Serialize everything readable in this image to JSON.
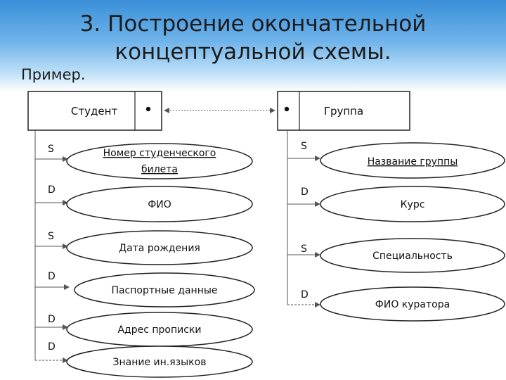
{
  "slide": {
    "title_line1": "3. Построение окончательной",
    "title_line2": "концептуальной схемы.",
    "subtitle": "Пример."
  },
  "entities": {
    "student": {
      "name": "Студент"
    },
    "group": {
      "name": "Группа"
    }
  },
  "student_attributes": [
    {
      "tag": "S",
      "line1": "Номер студенческого",
      "line2": "билета",
      "key": true
    },
    {
      "tag": "D",
      "line1": "ФИО",
      "line2": "",
      "key": false
    },
    {
      "tag": "S",
      "line1": "Дата рождения",
      "line2": "",
      "key": false
    },
    {
      "tag": "D",
      "line1": "Паспортные данные",
      "line2": "",
      "key": false
    },
    {
      "tag": "D",
      "line1": "Адрес прописки",
      "line2": "",
      "key": false
    },
    {
      "tag": "D",
      "line1": "Знание ин.языков",
      "line2": "",
      "key": false
    }
  ],
  "group_attributes": [
    {
      "tag": "S",
      "line1": "Название группы",
      "key": true
    },
    {
      "tag": "D",
      "line1": "Курс",
      "key": false
    },
    {
      "tag": "S",
      "line1": "Специальность",
      "key": false
    },
    {
      "tag": "D",
      "line1": "ФИО куратора",
      "key": false
    }
  ]
}
